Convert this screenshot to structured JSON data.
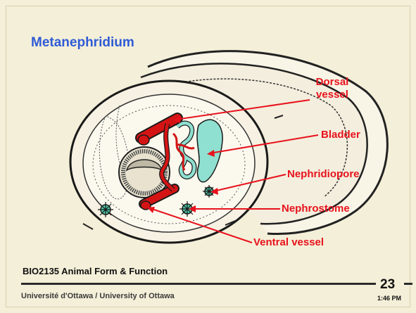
{
  "slide": {
    "title": "Metanephridium",
    "number": "23",
    "time": "1:46 PM",
    "course": "BIO2135 Animal Form & Function",
    "university": "Université d'Ottawa / University of Ottawa"
  },
  "diagram": {
    "labels": {
      "dorsal_vessel_1": "Dorsal",
      "dorsal_vessel_2": "vessel",
      "bladder": "Bladder",
      "nephridiopore": "Nephridiopore",
      "nephrostome": "Nephrostome",
      "ventral_vessel": "Ventral vessel"
    },
    "colors": {
      "label_red": "#e8121c",
      "title_blue": "#2f5bd6",
      "vessel_red": "#d41414",
      "nephridium_teal": "#8fe0d0",
      "background": "#f4efd8"
    }
  }
}
